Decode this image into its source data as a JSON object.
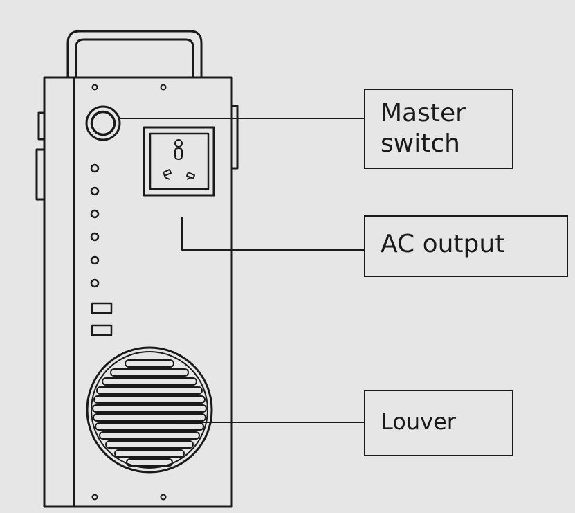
{
  "labels": {
    "master_switch": "Master\nswitch",
    "ac_output": "AC output",
    "louver": "Louver"
  },
  "colors": {
    "background": "#e6e6e6",
    "line": "#1a1a1a",
    "device_fill": "#e6e6e6"
  }
}
